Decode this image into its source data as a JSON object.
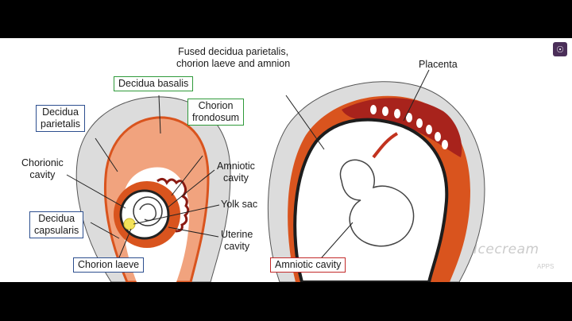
{
  "labels": {
    "fused": "Fused decidua parietalis,\nchorion laeve and amnion",
    "placenta": "Placenta",
    "decidua_basalis": "Decidua basalis",
    "decidua_parietalis": "Decidua\nparietalis",
    "chorion_frondosum": "Chorion\nfrondosum",
    "chorionic_cavity": "Chorionic\ncavity",
    "amniotic_cavity_left": "Amniotic\ncavity",
    "yolk_sac": "Yolk sac",
    "decidua_capsularis": "Decidua\ncapsularis",
    "uterine_cavity": "Uterine\ncavity",
    "chorion_laeve": "Chorion laeve",
    "amniotic_cavity_right": "Amniotic cavity"
  },
  "watermark": {
    "text": "Icecream",
    "sub": "APPS"
  },
  "corner_icon": "lightbulb-icon",
  "colors": {
    "wall": "#dcdcdc",
    "decidua": "#d9541e",
    "placenta": "#a8231c",
    "cavity": "#ffffff",
    "outline": "#222222"
  }
}
